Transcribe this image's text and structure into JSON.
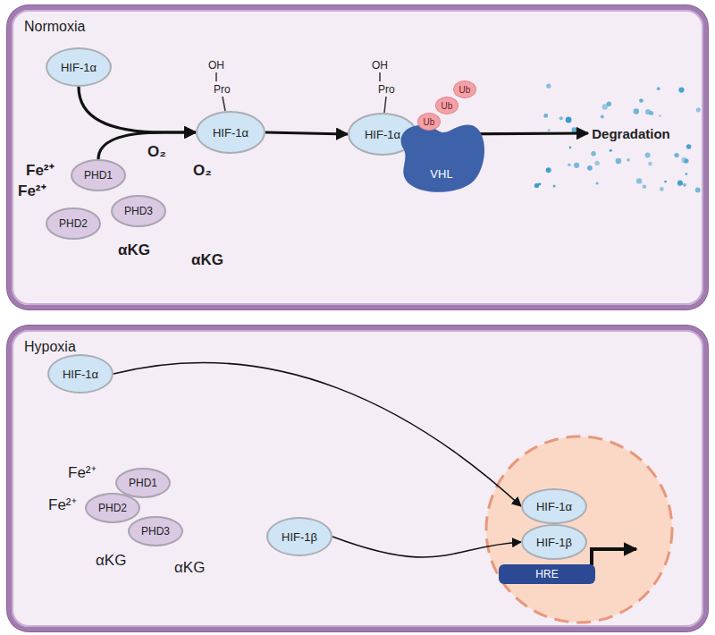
{
  "diagram": {
    "nodes": [
      {
        "text": [
          "Normoxia"
        ]
      },
      {
        "text": [
          "HIF-1α"
        ],
        "in": 0
      },
      {
        "text": [
          "PHD1"
        ],
        "in": 0
      },
      {
        "text": [
          "PHD2"
        ],
        "in": 0
      },
      {
        "text": [
          "PHD3"
        ],
        "in": 0
      },
      {
        "text": [
          "HIF-1α"
        ],
        "in": 0
      },
      {
        "text": [
          "HIF-1α"
        ],
        "in": 0
      },
      {
        "text": [
          "VHL"
        ],
        "in": 0
      },
      {
        "text": [
          "Ub"
        ],
        "in": 0
      },
      {
        "text": [
          "Ub"
        ],
        "in": 0
      },
      {
        "text": [
          "Ub"
        ],
        "in": 0
      },
      {
        "text": [
          "Degradation"
        ],
        "in": 0
      },
      {
        "text": [
          "Hypoxia"
        ]
      },
      {
        "text": [
          "HIF-1α"
        ],
        "in": 12
      },
      {
        "text": [
          "PHD1"
        ],
        "in": 12
      },
      {
        "text": [
          "PHD2"
        ],
        "in": 12
      },
      {
        "text": [
          "PHD3"
        ],
        "in": 12
      },
      {
        "text": [
          "HIF-1β"
        ],
        "in": 12
      },
      {
        "text": [
          "HIF-1α"
        ],
        "in": 12
      },
      {
        "text": [
          "HIF-1β"
        ],
        "in": 12
      },
      {
        "text": [
          "HRE"
        ],
        "in": 12
      }
    ],
    "edges": [
      {
        "from": 1,
        "to": 5,
        "arrow": "to"
      },
      {
        "from": 2,
        "to": 5,
        "arrow": "to"
      },
      {
        "from": 5,
        "to": 6,
        "arrow": "to"
      },
      {
        "from": 6,
        "to": 11,
        "arrow": "to"
      },
      {
        "from": 13,
        "to": 18,
        "arrow": "to"
      },
      {
        "from": 17,
        "to": 19,
        "arrow": "to"
      }
    ],
    "labels": [
      "Fe²⁺",
      "Fe²⁺",
      "O₂",
      "O₂",
      "αKG",
      "αKG",
      "OH",
      "Pro",
      "OH",
      "Pro",
      "Fe²⁺",
      "Fe²⁺",
      "αKG",
      "αKG"
    ]
  }
}
